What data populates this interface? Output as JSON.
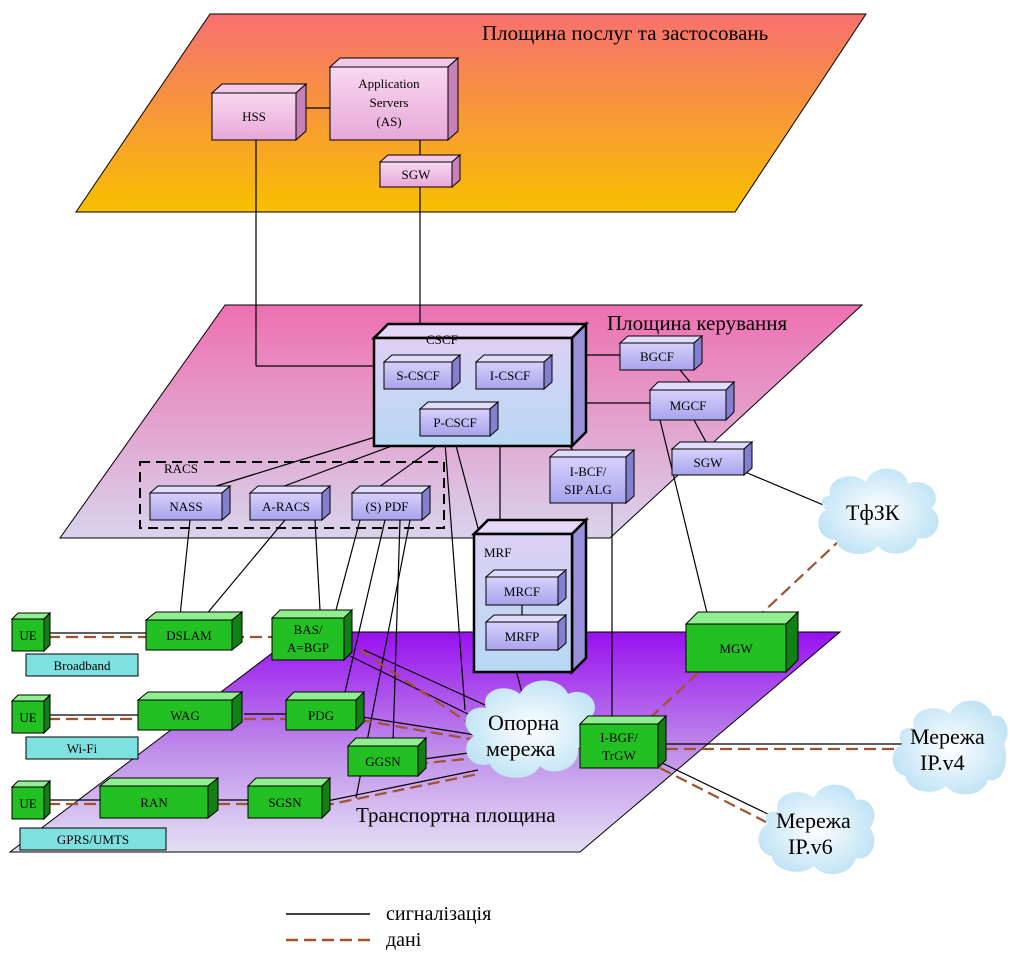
{
  "planes": {
    "services": "Площина послуг та застосовань",
    "control": "Площина керування",
    "transport": "Транспортна площина"
  },
  "nodes": {
    "hss": "HSS",
    "as_line1": "Application",
    "as_line2": "Servers",
    "as_line3": "(AS)",
    "sgw_top": "SGW",
    "cscf": "CSCF",
    "s_cscf": "S-CSCF",
    "i_cscf": "I-CSCF",
    "p_cscf": "P-CSCF",
    "bgcf": "BGCF",
    "mgcf": "MGCF",
    "sgw_ctrl": "SGW",
    "ibcf_line1": "I-BCF/",
    "ibcf_line2": "SIP ALG",
    "racs": "RACS",
    "nass": "NASS",
    "a_racs": "A-RACS",
    "s_pdf": "(S) PDF",
    "mrf": "MRF",
    "mrcf": "MRCF",
    "mrfp": "MRFP",
    "ue1": "UE",
    "ue2": "UE",
    "ue3": "UE",
    "broadband": "Broadband",
    "wifi": "Wi-Fi",
    "gprs": "GPRS/UMTS",
    "dslam": "DSLAM",
    "bas_line1": "BAS/",
    "bas_line2": "A=BGP",
    "wag": "WAG",
    "pdg": "PDG",
    "ggsn": "GGSN",
    "ran": "RAN",
    "sgsn": "SGSN",
    "mgw": "MGW",
    "ibgf_line1": "I-BGF/",
    "ibgf_line2": "TrGW"
  },
  "clouds": {
    "core_line1": "Опорна",
    "core_line2": "мережа",
    "pstn": "ТфЗК",
    "ipv4_line1": "Мережа",
    "ipv4_line2": "IP.v4",
    "ipv6_line1": "Мережа",
    "ipv6_line2": "IP.v6"
  },
  "legend": {
    "signaling": "сигналізація",
    "data": "дані"
  },
  "colors": {
    "purple_box": "#b0b0f0",
    "pink_box": "#e8a6d8",
    "green_box": "#22c022",
    "cyan_box": "#7fe0e0",
    "data_line": "#a0522d"
  }
}
